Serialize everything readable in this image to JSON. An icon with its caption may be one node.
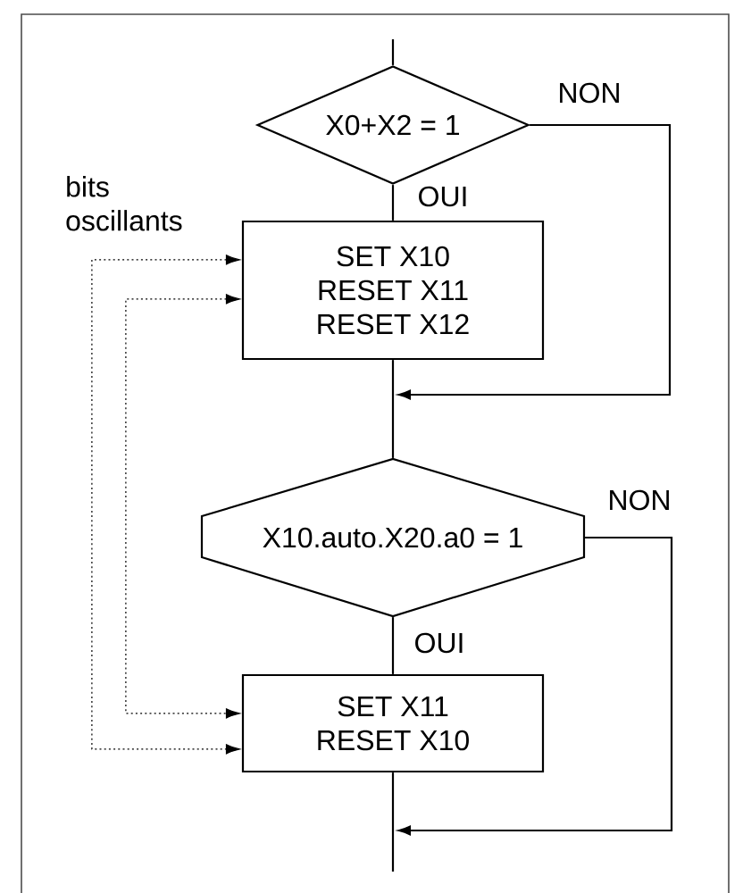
{
  "diagram": {
    "nodes": [
      {
        "text": [
          "X0+X2 = 1"
        ]
      },
      {
        "text": [
          "SET X10",
          "RESET X11",
          "RESET X12"
        ]
      },
      {
        "text": [
          "X10.auto.X20.a0 = 1"
        ]
      },
      {
        "text": [
          "SET X11",
          "RESET X10"
        ]
      }
    ],
    "edges": [
      {
        "from": null,
        "to": 0,
        "arrow": "none"
      },
      {
        "from": 0,
        "to": 1,
        "arrow": "none",
        "label": "OUI"
      },
      {
        "from": 1,
        "to": 2,
        "arrow": "none"
      },
      {
        "from": 0,
        "to": null,
        "arrow": "to",
        "label": "NON"
      },
      {
        "from": 2,
        "to": 3,
        "arrow": "none",
        "label": "OUI"
      },
      {
        "from": 3,
        "to": null,
        "arrow": "none"
      },
      {
        "from": 2,
        "to": null,
        "arrow": "to",
        "label": "NON"
      },
      {
        "from": 1,
        "to": 3,
        "arrow": "both",
        "style": "dashed"
      },
      {
        "from": 1,
        "to": 3,
        "arrow": "both",
        "style": "dashed"
      }
    ],
    "labels": [
      "bits oscillants"
    ]
  }
}
